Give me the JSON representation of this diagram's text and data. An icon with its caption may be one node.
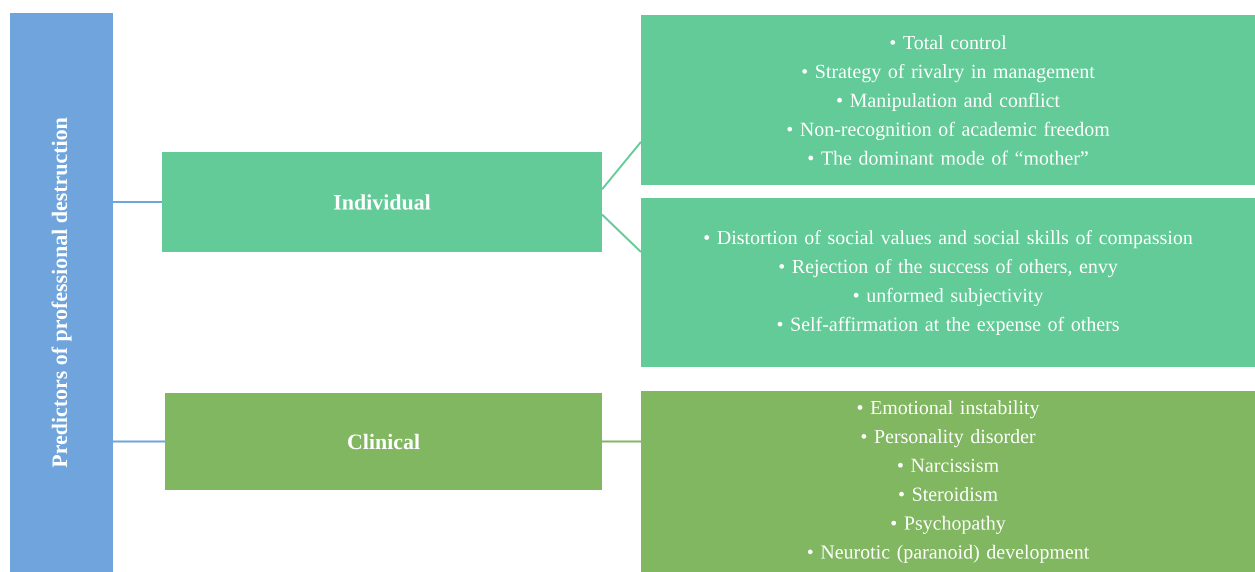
{
  "diagram": {
    "nodes": [
      {
        "text": [
          "Predictors of professional destruction"
        ]
      },
      {
        "text": [
          "Individual"
        ]
      },
      {
        "text": [
          "• Total control",
          "• Strategy of rivalry in management",
          "• Manipulation and conflict",
          "• Non-recognition of academic freedom",
          "• The dominant mode of “mother”"
        ]
      },
      {
        "text": [
          "• Distortion of social values and social skills of compassion",
          "• Rejection of the success of others, envy",
          "• unformed subjectivity",
          "• Self-affirmation at the expense of others"
        ]
      },
      {
        "text": [
          "Clinical"
        ]
      },
      {
        "text": [
          "• Emotional instability",
          "• Personality disorder",
          "• Narcissism",
          "• Steroidism",
          "• Psychopathy",
          "• Neurotic (paranoid) development"
        ]
      }
    ],
    "edges": [
      {
        "from": 0,
        "to": 1,
        "arrow": "none",
        "color": "#6fa5dc"
      },
      {
        "from": 0,
        "to": 4,
        "arrow": "none",
        "color": "#6fa5dc"
      },
      {
        "from": 1,
        "to": 2,
        "arrow": "none",
        "color": "#63cb98"
      },
      {
        "from": 1,
        "to": 3,
        "arrow": "none",
        "color": "#63cb98"
      },
      {
        "from": 4,
        "to": 5,
        "arrow": "none",
        "color": "#80b760"
      }
    ]
  }
}
